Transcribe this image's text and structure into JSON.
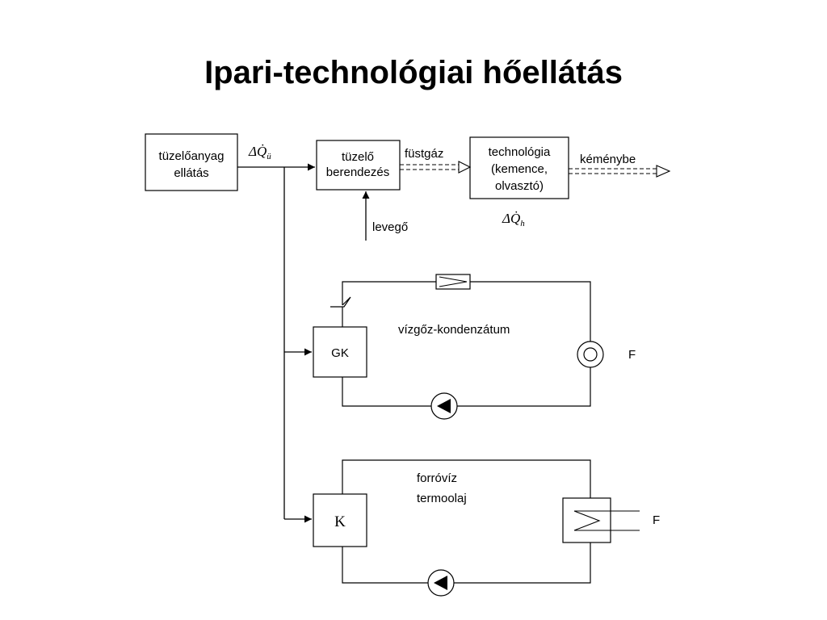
{
  "title": "Ipari-technológiai hőellátás",
  "diagram": {
    "boxes": {
      "fuel_supply": [
        "tüzelőanyag",
        "ellátás"
      ],
      "burner": [
        "tüzelő",
        "berendezés"
      ],
      "technology": [
        "technológia",
        "(kemence,",
        "olvasztó)"
      ],
      "gk": "GK",
      "k": "K"
    },
    "labels": {
      "delta_q_u": {
        "base": "ΔQ̇",
        "sub": "ü"
      },
      "delta_q_h": {
        "base": "ΔQ̇",
        "sub": "h"
      },
      "flue_gas": "füstgáz",
      "chimney": "kéménybe",
      "air": "levegő",
      "steam_loop": "vízgőz-kondenzátum",
      "hot_water": "forróvíz",
      "thermal_oil": "termoolaj",
      "consumer_1": "F",
      "consumer_2": "F"
    }
  }
}
